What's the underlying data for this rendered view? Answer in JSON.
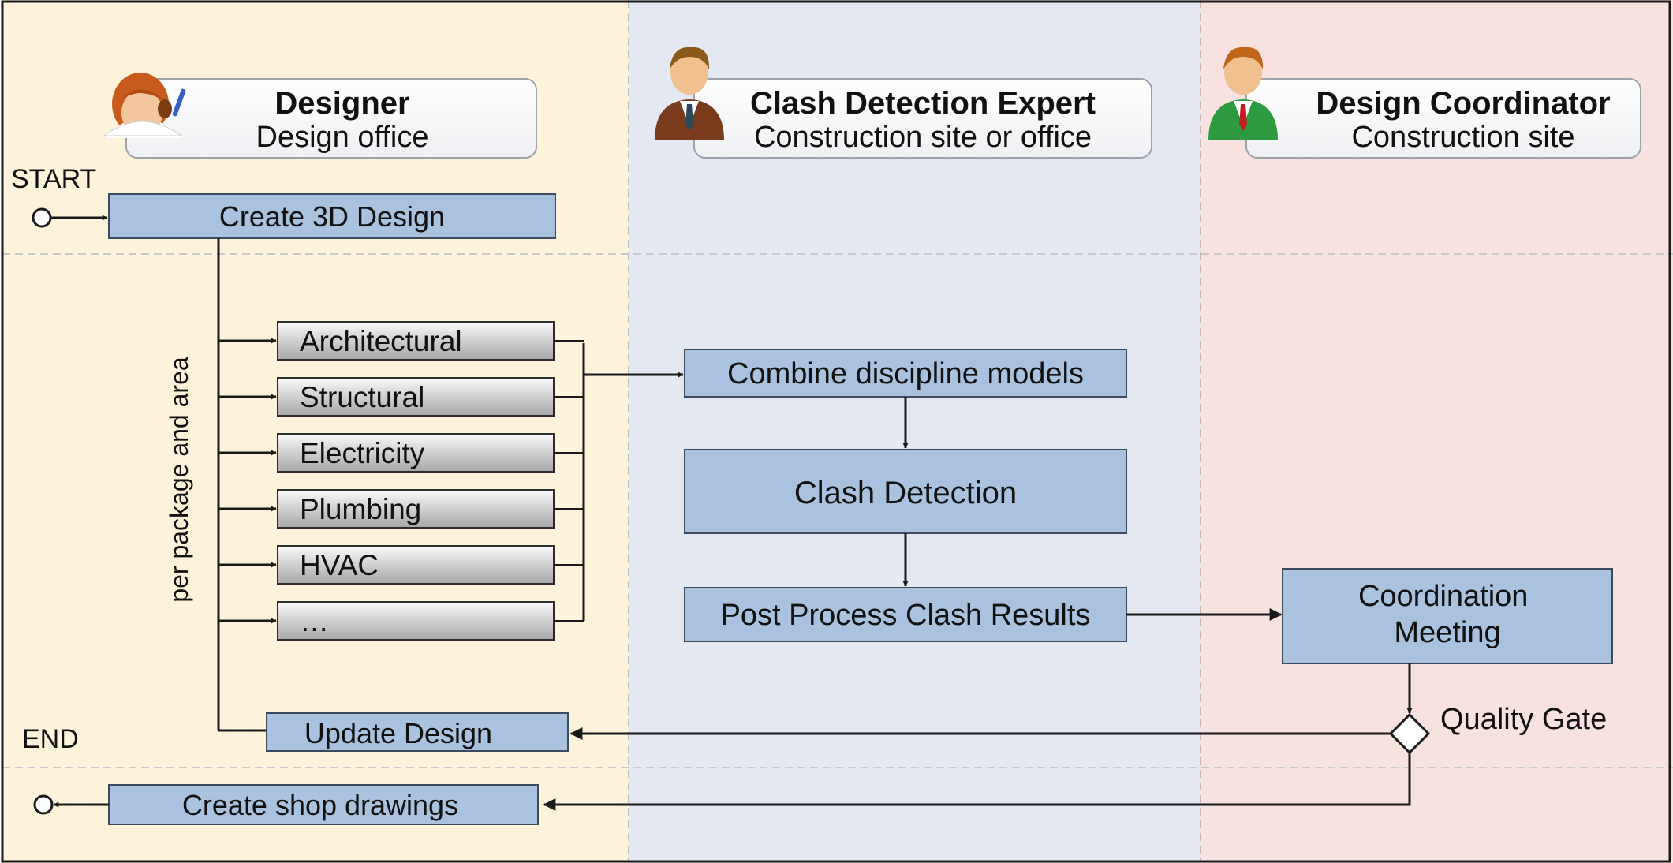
{
  "lanes": [
    {
      "role": "Designer",
      "location": "Design office",
      "avatar": "designer-woman-avatar",
      "color": "#fcf3da"
    },
    {
      "role": "Clash Detection Expert",
      "location": "Construction site or office",
      "avatar": "expert-man-brown-avatar",
      "color": "#e4e8f0"
    },
    {
      "role": "Design Coordinator",
      "location": "Construction site",
      "avatar": "coordinator-man-green-avatar",
      "color": "#f8e2e0"
    }
  ],
  "events": {
    "start": "START",
    "end": "END"
  },
  "side_label": "per package and area",
  "process": {
    "create_3d": "Create 3D Design",
    "disciplines": [
      "Architectural",
      "Structural",
      "Electricity",
      "Plumbing",
      "HVAC",
      "…"
    ],
    "combine": "Combine discipline models",
    "clash": "Clash Detection",
    "post": "Post Process Clash Results",
    "meeting": "Coordination Meeting",
    "gate": "Quality Gate",
    "update": "Update Design",
    "shop": "Create shop drawings"
  },
  "colors": {
    "task_fill": "#a9c2e0",
    "task_border": "#3c4a5e",
    "discipline_top": "#fafafa",
    "discipline_bottom": "#a6a6a6",
    "line": "#1a1a1a",
    "lane_divider": "#b9c0ca"
  }
}
